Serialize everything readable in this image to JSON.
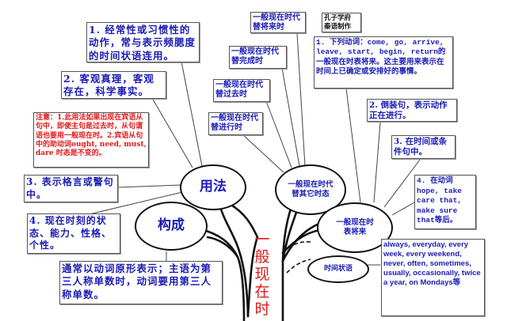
{
  "center": {
    "title": "一般现在时",
    "chars": [
      "一",
      "般",
      "现",
      "在",
      "时"
    ]
  },
  "credit": {
    "line1": "孔子学府",
    "line2": "秦语制作"
  },
  "usage": {
    "label": "用法",
    "items": [
      "1. 经常性或习惯性的动作，常与表示频腮度的时间状语连用。",
      "2.  客观真理，客观存在，科学事实。",
      "3. 表示格言或警句中。",
      "4. 现在时刻的状态、能力、性格、个性。"
    ],
    "note": "注意：1.此用法如果出现在宾语从句中，即使主句是过去时，从句谓语也要用一般现在时。2.宾语从句中的助动词ought, need, must, dare 时态是不变的。"
  },
  "construction": {
    "label": "构成",
    "text": "通常以动词原形表示；主语为第三人称单数时，动词要用第三人称单数。"
  },
  "replace_other": {
    "label": "一般现在时代替其它时态",
    "items": [
      "一般现在时代替将来时",
      "一般现在时代替完成时",
      "一般现在时代替过去时",
      "一般现在时代替进行时"
    ]
  },
  "future": {
    "label": "一般现在时表将来",
    "items": [
      "1. 下列动词：come, go, arrive, leave, start, begin, return的一般现在时表将来。这主要用来表示在时间上已确定或安排好的事情。",
      "2. 倒装句，表示动作正在进行。",
      "3. 在时间或条件句中。",
      "4. 在动词hope, take care that, make sure that等后。"
    ]
  },
  "time_adverbials": {
    "label": "时间状语",
    "text": "always, everyday, every week, every weekend, never, often, sometimes, usually, occasionally, twice a year, on Mondays等"
  },
  "colors": {
    "text_blue": "#1b1bb5",
    "text_red": "#e01818",
    "line": "#111111",
    "box_border": "#555555"
  }
}
